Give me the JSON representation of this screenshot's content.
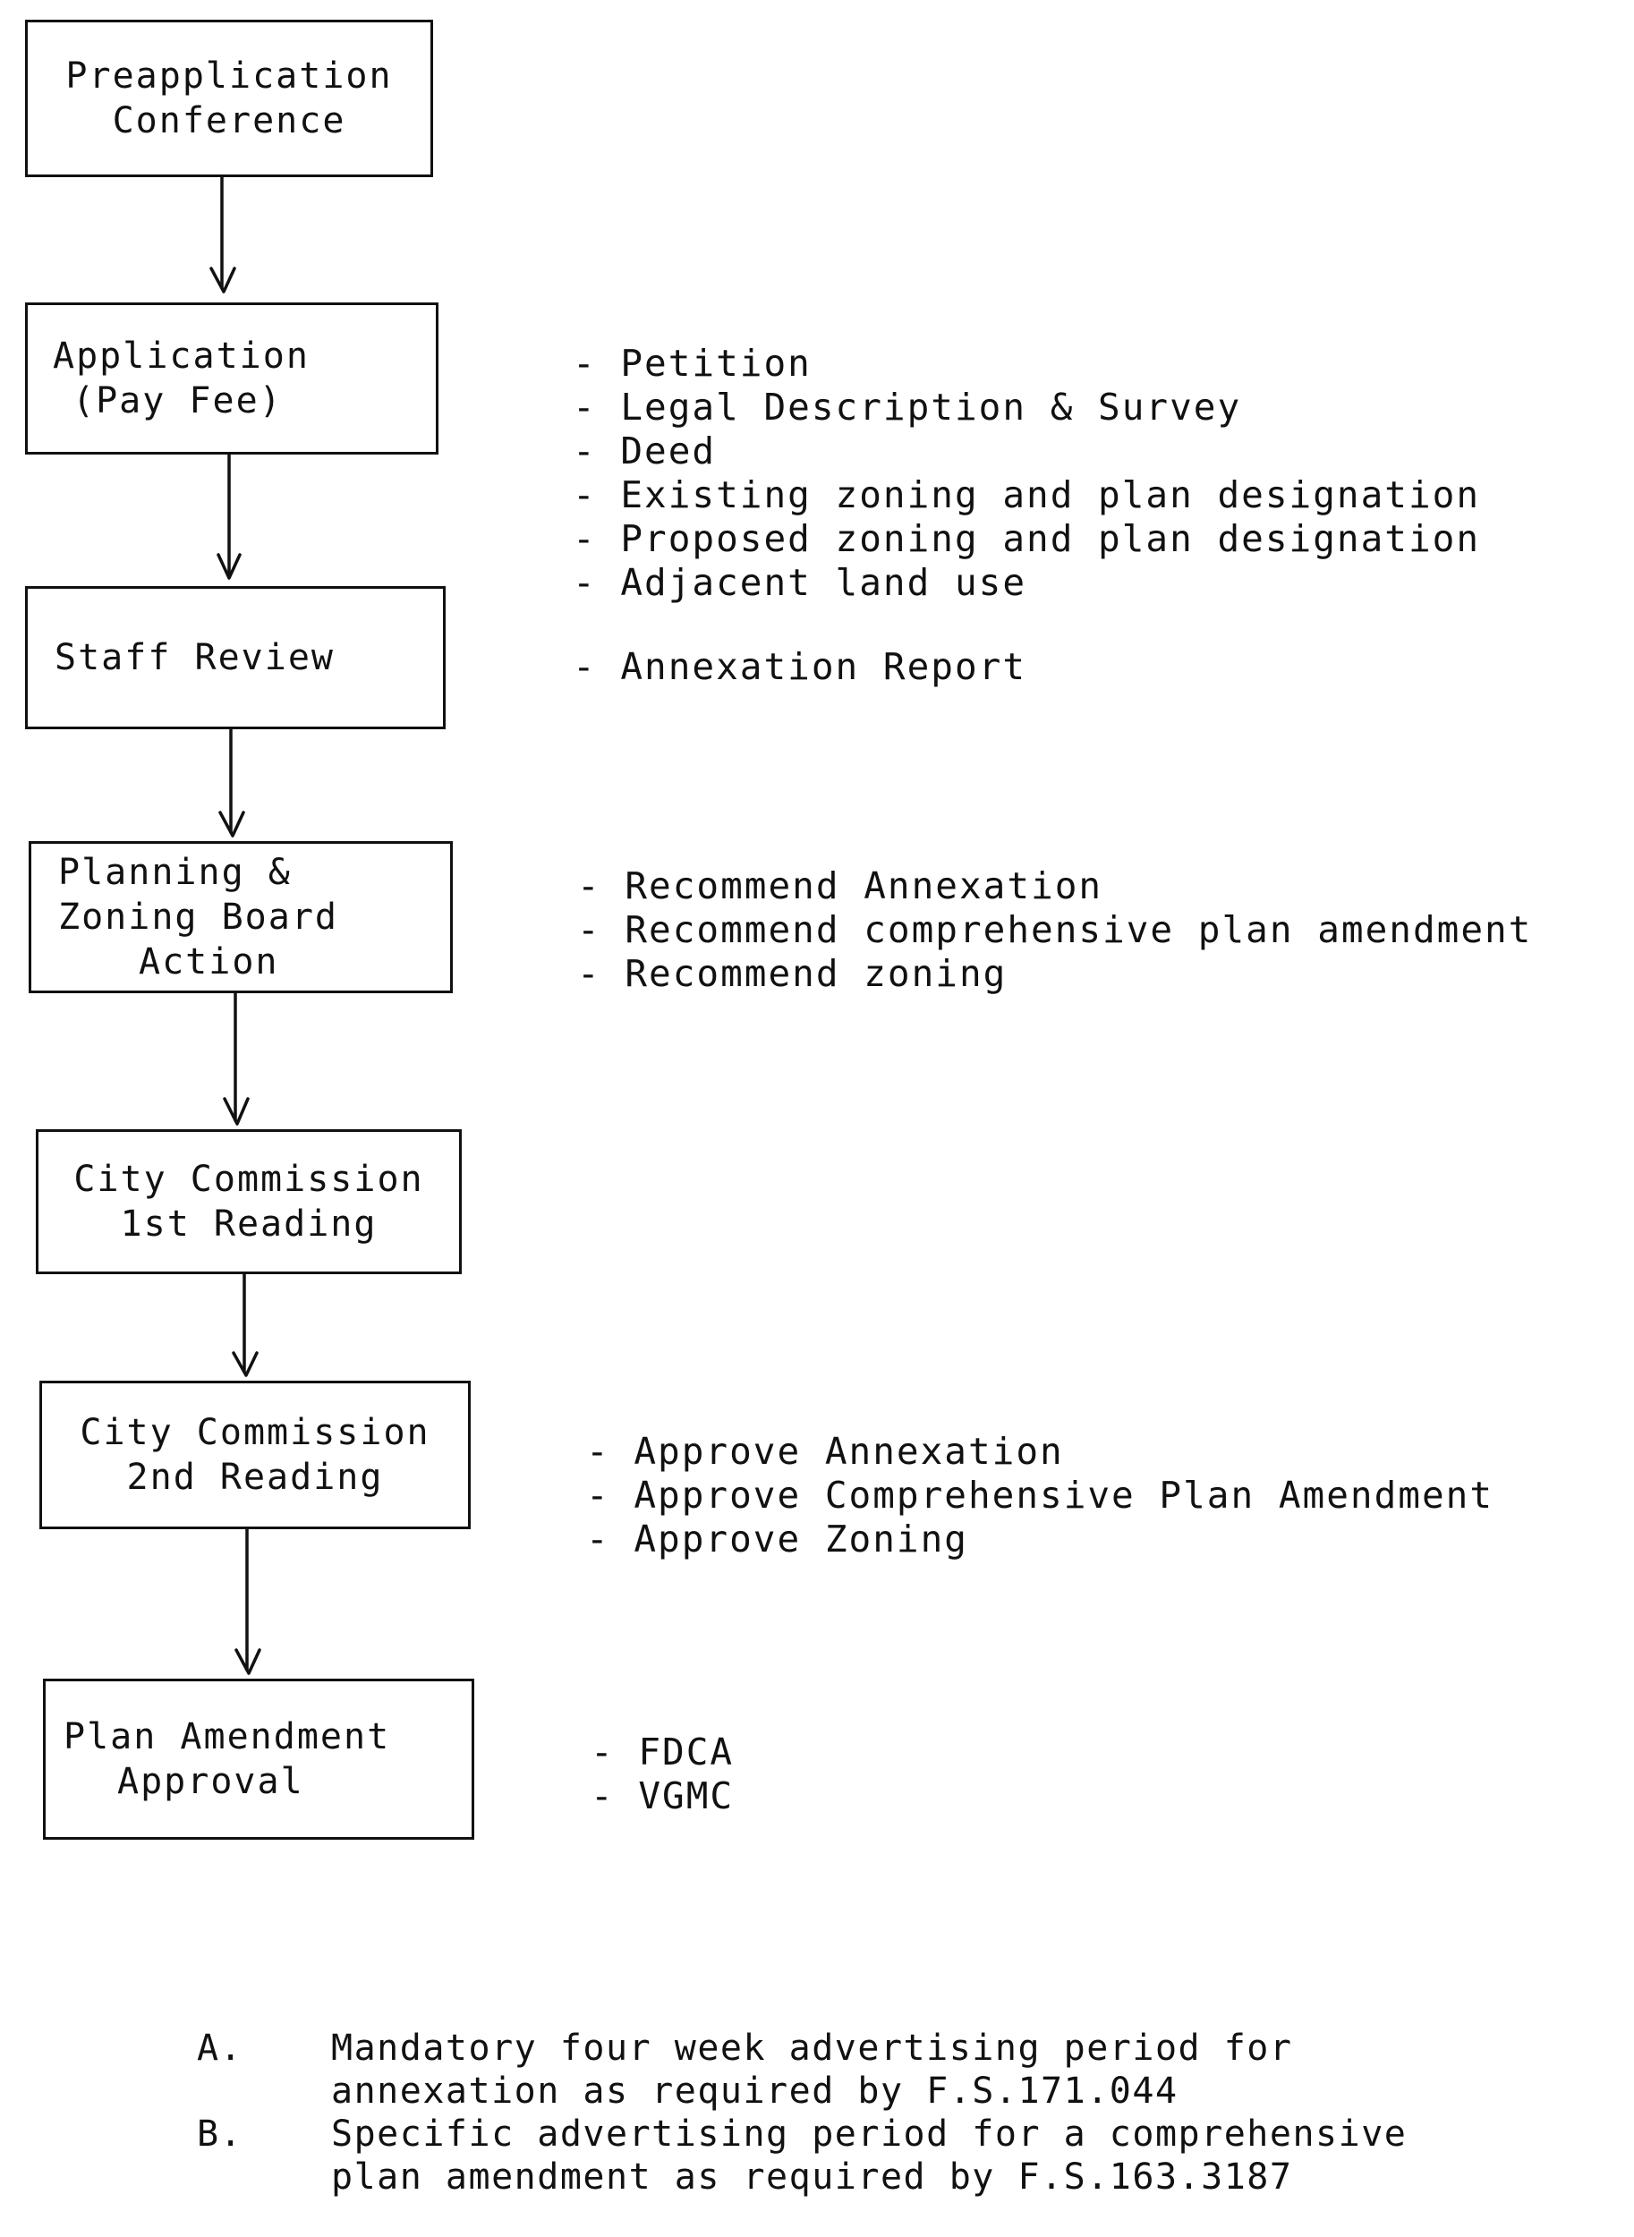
{
  "steps": [
    {
      "lines": [
        "Preapplication",
        "Conference"
      ],
      "notes": []
    },
    {
      "lines": [
        "Application",
        "(Pay Fee)"
      ],
      "notes": [
        "Petition",
        "Legal Description & Survey",
        "Deed",
        "Existing zoning and plan designation",
        "Proposed zoning and plan designation",
        "Adjacent land use"
      ]
    },
    {
      "lines": [
        "Staff Review"
      ],
      "notes": [
        "Annexation Report"
      ]
    },
    {
      "lines": [
        "Planning &",
        "Zoning Board",
        "Action"
      ],
      "notes": [
        "Recommend Annexation",
        "Recommend comprehensive plan amendment",
        "Recommend zoning"
      ]
    },
    {
      "lines": [
        "City Commission",
        "1st Reading"
      ],
      "notes": []
    },
    {
      "lines": [
        "City Commission",
        "2nd Reading"
      ],
      "notes": [
        "Approve Annexation",
        "Approve Comprehensive Plan Amendment",
        "Approve Zoning"
      ]
    },
    {
      "lines": [
        "Plan Amendment",
        "Approval"
      ],
      "notes": [
        "FDCA",
        "VGMC"
      ]
    }
  ],
  "footnotes": [
    {
      "label": "A.",
      "lines": [
        "Mandatory four week advertising period for",
        "annexation as required by F.S.171.044"
      ]
    },
    {
      "label": "B.",
      "lines": [
        "Specific advertising period for a comprehensive",
        "plan amendment as required by F.S.163.3187"
      ]
    }
  ]
}
